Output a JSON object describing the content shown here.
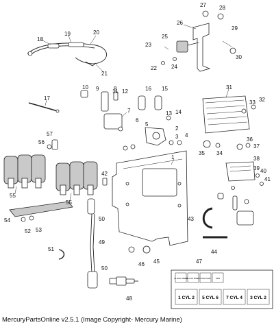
{
  "callouts": [
    "1",
    "2",
    "3",
    "4",
    "5",
    "6",
    "7",
    "8",
    "9",
    "10",
    "11",
    "12",
    "13",
    "14",
    "15",
    "16",
    "17",
    "18",
    "19",
    "20",
    "21",
    "22",
    "23",
    "24",
    "25",
    "26",
    "27",
    "28",
    "29",
    "30",
    "31",
    "32",
    "33",
    "34",
    "35",
    "36",
    "37",
    "38",
    "39",
    "40",
    "41",
    "42",
    "43",
    "44",
    "45",
    "46",
    "47",
    "48",
    "49",
    "50",
    "51",
    "52",
    "53",
    "54",
    "55",
    "56",
    "57"
  ],
  "label_sheet": {
    "top_labels": [
      "#1 HIGH SPEED",
      "#2 LOW SPEED",
      "FUEL PUMP",
      "TRIM"
    ],
    "cyl_labels": [
      "1 CYL 2",
      "5 CYL 6",
      "7 CYL 4",
      "3 CYL 2"
    ]
  },
  "copyright": "MercuryPartsOnline v2.5.1 (Image Copyright- Mercury Marine)"
}
